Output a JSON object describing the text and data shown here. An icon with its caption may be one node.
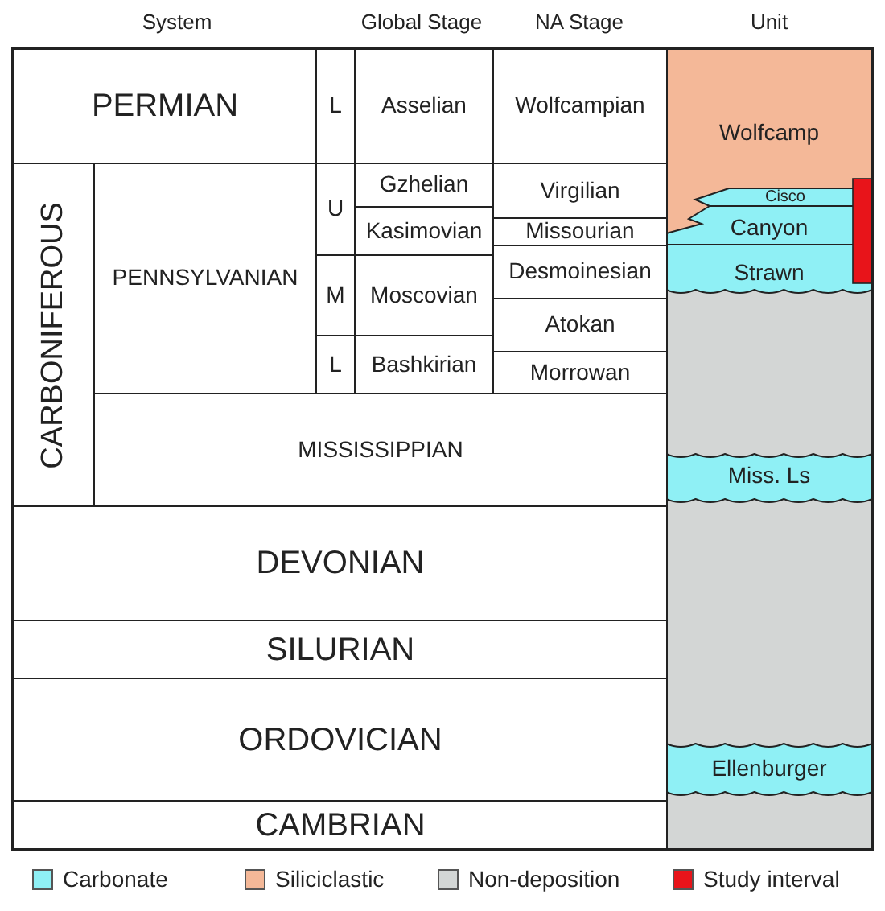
{
  "diagram": {
    "nodes": [
      {
        "text": [
          "PERMIAN"
        ]
      },
      {
        "text": [
          "L"
        ]
      },
      {
        "text": [
          "Asselian"
        ]
      },
      {
        "text": [
          "Wolfcampian"
        ]
      },
      {
        "text": [
          "Wolfcamp"
        ]
      },
      {
        "text": [
          "CARBONIFEROUS"
        ]
      },
      {
        "text": [
          "PENNSYLVANIAN"
        ]
      },
      {
        "text": [
          "U"
        ]
      },
      {
        "text": [
          "Gzhelian"
        ]
      },
      {
        "text": [
          "Virgilian"
        ]
      },
      {
        "text": [
          "Cisco"
        ]
      },
      {
        "text": [
          "Kasimovian"
        ]
      },
      {
        "text": [
          "Missourian"
        ]
      },
      {
        "text": [
          "Canyon"
        ]
      },
      {
        "text": [
          "M"
        ]
      },
      {
        "text": [
          "Moscovian"
        ]
      },
      {
        "text": [
          "Desmoinesian"
        ]
      },
      {
        "text": [
          "Strawn"
        ]
      },
      {
        "text": [
          "Atokan"
        ]
      },
      {
        "text": [
          "L"
        ]
      },
      {
        "text": [
          "Bashkirian"
        ]
      },
      {
        "text": [
          "Morrowan"
        ]
      },
      {
        "text": [
          "MISSISSIPPIAN"
        ]
      },
      {
        "text": [
          "Miss. Ls"
        ]
      },
      {
        "text": [
          "DEVONIAN"
        ]
      },
      {
        "text": [
          "SILURIAN"
        ]
      },
      {
        "text": [
          "ORDOVICIAN"
        ]
      },
      {
        "text": [
          "Ellenburger"
        ]
      },
      {
        "text": [
          "CAMBRIAN"
        ]
      }
    ],
    "labels": [
      "System",
      "Global Stage",
      "NA Stage",
      "Unit"
    ],
    "legend": [
      {
        "text": "Carbonate",
        "color": "#8ff0f5"
      },
      {
        "text": "Siliciclastic",
        "color": "#f4b898"
      },
      {
        "text": "Non-deposition",
        "color": "#d3d6d5"
      },
      {
        "text": "Study interval",
        "color": "#e8141a"
      }
    ]
  }
}
